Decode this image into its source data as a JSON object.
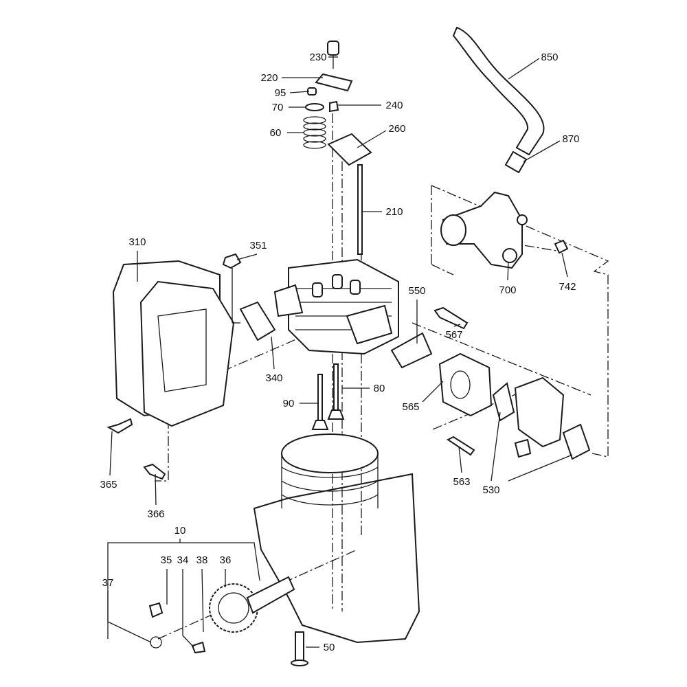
{
  "title": "Engine parts exploded diagram",
  "labels": {
    "p230": "230",
    "p220": "220",
    "p95": "95",
    "p70": "70",
    "p240": "240",
    "p60": "60",
    "p260": "260",
    "p850": "850",
    "p870": "870",
    "p210": "210",
    "p310": "310",
    "p351": "351",
    "p700": "700",
    "p742": "742",
    "p550": "550",
    "p567": "567",
    "p340": "340",
    "p80": "80",
    "p90": "90",
    "p565": "565",
    "p365": "365",
    "p563": "563",
    "p530": "530",
    "p366": "366",
    "p10": "10",
    "p35": "35",
    "p34": "34",
    "p38": "38",
    "p36": "36",
    "p37": "37",
    "p50": "50"
  }
}
